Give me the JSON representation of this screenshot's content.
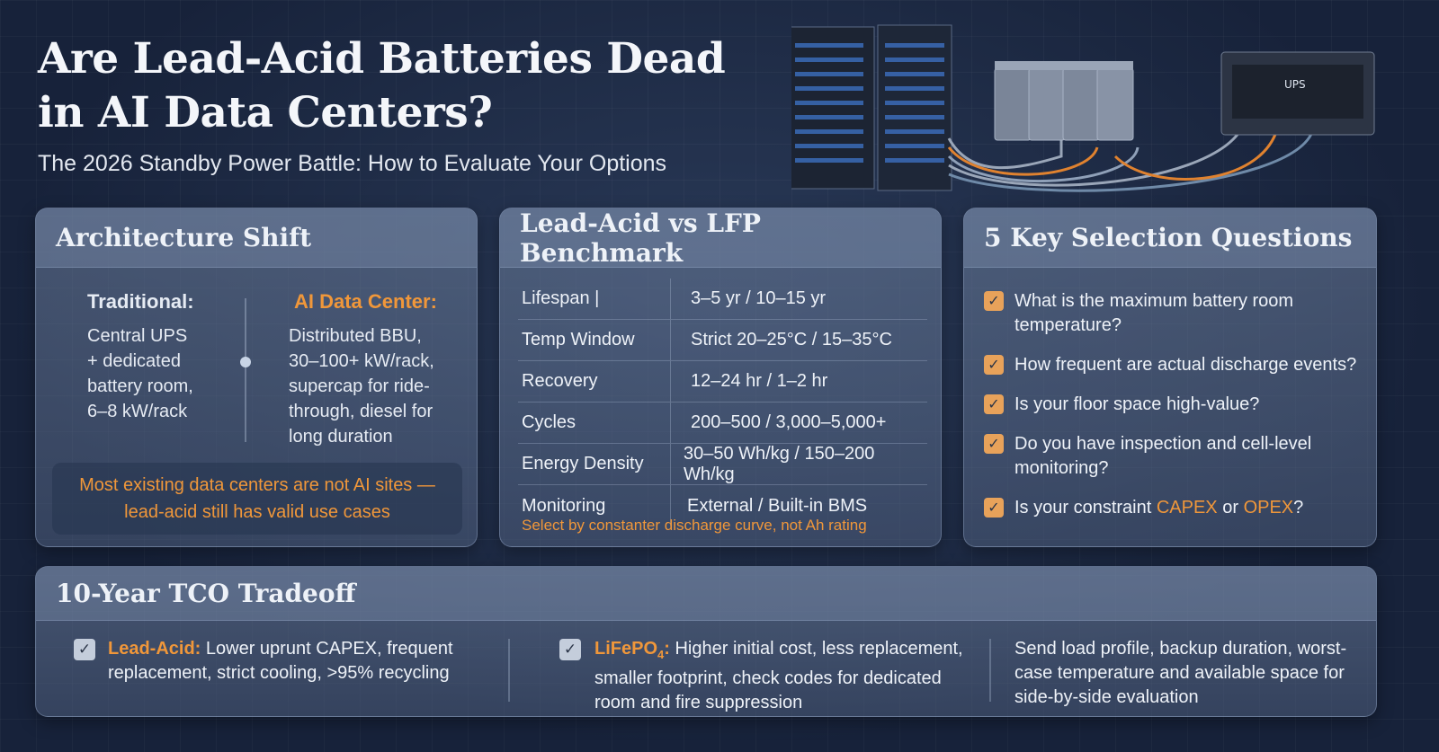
{
  "header": {
    "title": "Are Lead-Acid Batteries Dead in AI Data Centers?",
    "subtitle": "The 2026 Standby Power Battle: How to Evaluate Your Options",
    "ups_label": "UPS"
  },
  "architecture": {
    "title": "Architecture Shift",
    "traditional_heading": "Traditional:",
    "traditional_lines": [
      "Central UPS",
      "+ dedicated",
      "battery room,",
      "6–8 kW/rack"
    ],
    "ai_heading": "AI Data Center:",
    "ai_lines": [
      "Distributed BBU,",
      "30–100+ kW/rack,",
      "supercap for ride-",
      "through, diesel for",
      "long duration"
    ],
    "note_line1": "Most existing data centers are not AI sites —",
    "note_line2": "lead-acid still has valid use cases"
  },
  "benchmark": {
    "title": "Lead-Acid vs LFP Benchmark",
    "rows": [
      {
        "label": "Lifespan |",
        "value": "3–5 yr  /  10–15 yr"
      },
      {
        "label": "Temp Window",
        "value": "Strict 20–25°C  /  15–35°C"
      },
      {
        "label": "Recovery",
        "value": "12–24 hr  /  1–2 hr"
      },
      {
        "label": "Cycles",
        "value": "200–500  /  3,000–5,000+"
      },
      {
        "label": "Energy Density",
        "value": "30–50 Wh/kg  /  150–200 Wh/kg"
      },
      {
        "label": "Monitoring",
        "value": "External  /  Built-in BMS"
      }
    ],
    "note": "Select by constanter discharge curve, not Ah rating"
  },
  "questions": {
    "title": "5 Key Selection Questions",
    "items": [
      "What is the maximum battery room temperature?",
      "How frequent are actual discharge events?",
      "Is your floor space high-value?",
      "Do you have inspection and cell-level monitoring?"
    ],
    "last_prefix": "Is your constraint ",
    "last_capex": "CAPEX",
    "last_or": " or ",
    "last_opex": "OPEX",
    "last_suffix": "?"
  },
  "tco": {
    "title": "10-Year TCO Tradeoff",
    "lead_label": "Lead-Acid:",
    "lead_text": " Lower uprunt CAPEX, frequent replacement, strict cooling, >95% recycling",
    "lfp_label": "LiFePO",
    "lfp_sub": "4",
    "lfp_colon": ":",
    "lfp_text": " Higher initial cost, less replacement, smaller footprint, check codes for dedicated room and fire suppression",
    "cta": "Send load profile, backup duration, worst-case temperature and available space for side-by-side evaluation"
  },
  "colors": {
    "accent": "#f0973a",
    "background": "#1a2640",
    "card": "#6b7c9a"
  }
}
